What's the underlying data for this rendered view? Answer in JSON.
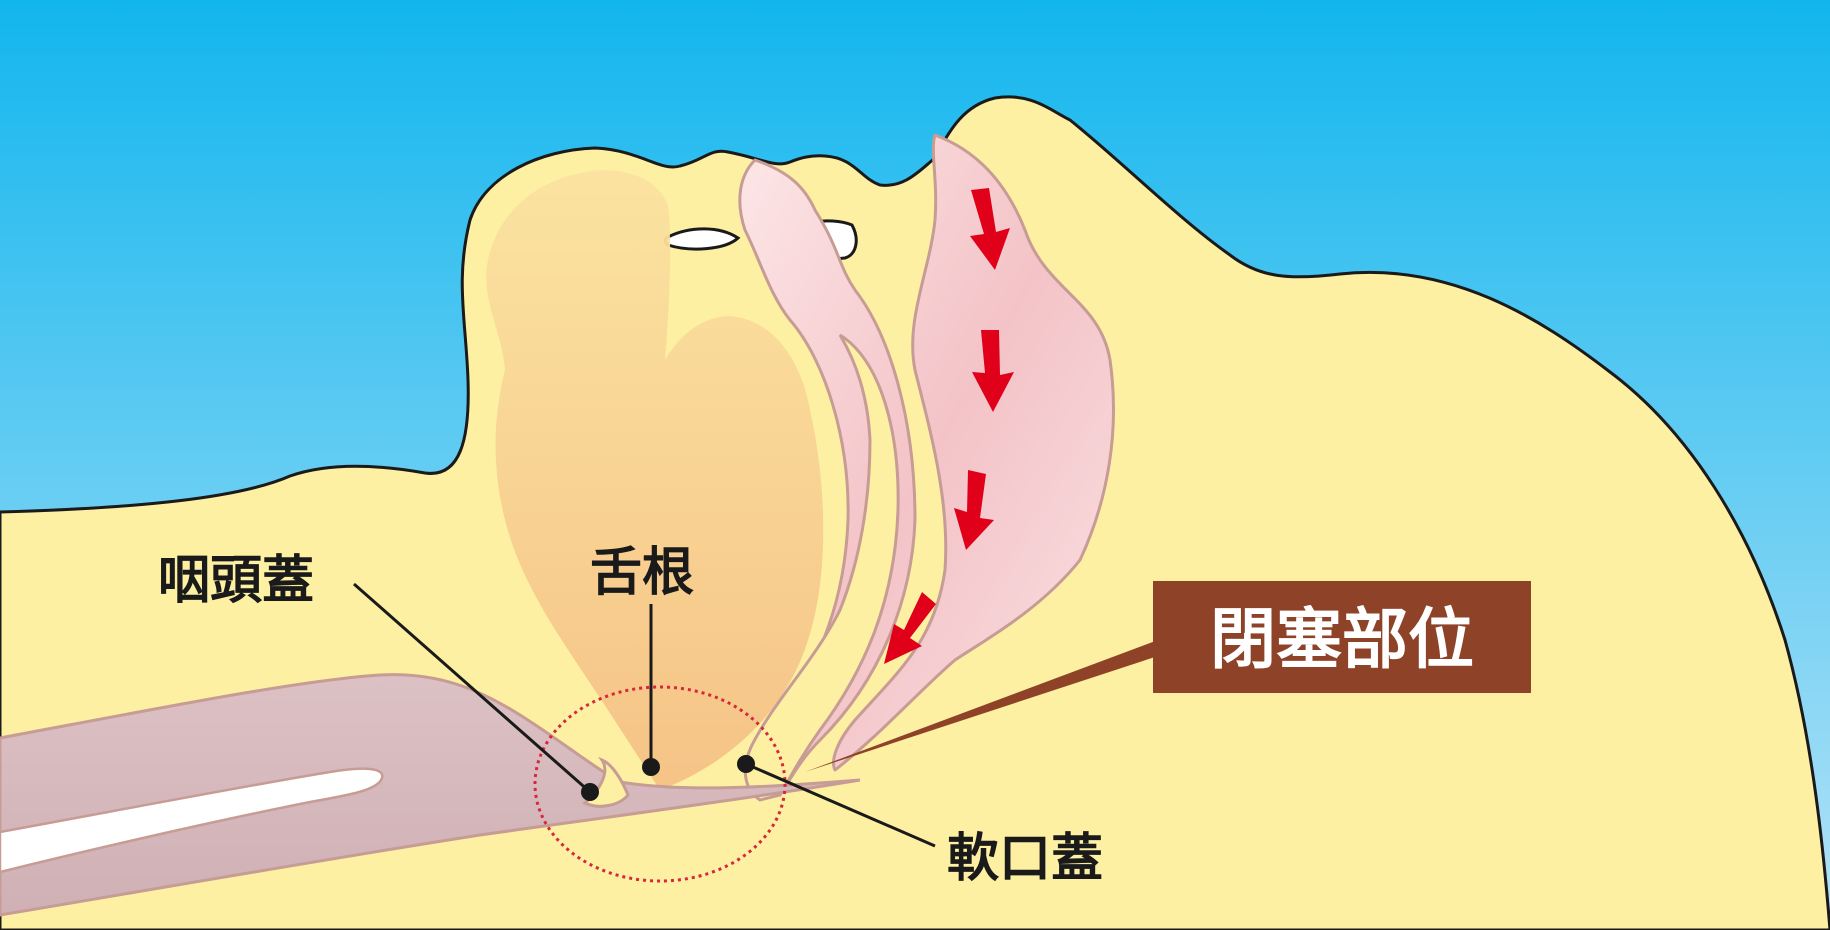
{
  "labels": {
    "epiglottis": "咽頭蓋",
    "tongue_base": "舌根",
    "soft_palate": "軟口蓋",
    "obstruction_site": "閉塞部位"
  },
  "colors": {
    "sky_top": "#12b6ee",
    "sky_bottom": "#a7dcf5",
    "skin": "#fdf0a3",
    "tongue": "#f8c98c",
    "airway": "#f6d3d5",
    "trachea": "#d7b9bd",
    "arrow": "#e1001a",
    "badge": "#8e4328",
    "dotted_circle": "#d7263d"
  }
}
